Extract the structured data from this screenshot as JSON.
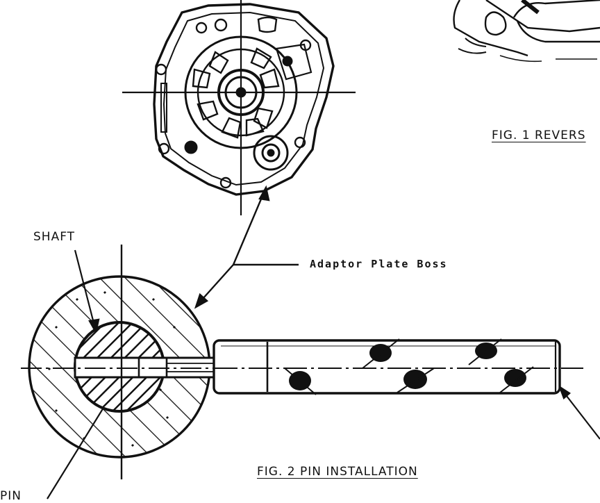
{
  "labels": {
    "shaft": "SHAFT",
    "adaptor_plate_boss": "Adaptor Plate Boss",
    "fig1_caption": "FIG. 1 REVERS",
    "fig2_caption": "FIG. 2 PIN INSTALLATION",
    "pin": "PIN"
  },
  "colors": {
    "ink": "#111111",
    "paper": "#ffffff"
  }
}
